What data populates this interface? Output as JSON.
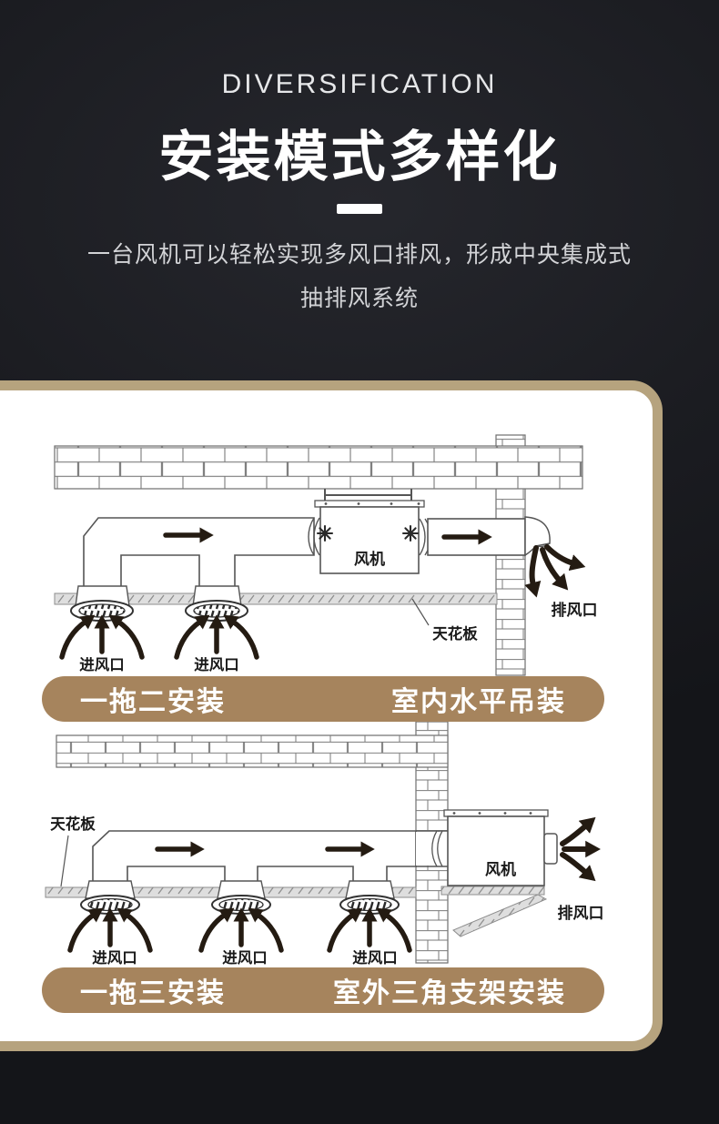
{
  "header": {
    "eyebrow": "DIVERSIFICATION",
    "title": "安装模式多样化",
    "description_line1": "一台风机可以轻松实现多风口排风，形成中央集成式",
    "description_line2": "抽排风系统"
  },
  "colors": {
    "background": "#1b1c21",
    "panel_border": "#b6a37e",
    "badge": "#a6845d",
    "diagram_ink": "#241b12"
  },
  "diagrams": [
    {
      "fan_label": "风机",
      "ceiling_label": "天花板",
      "exhaust_label": "排风口",
      "intake_labels": [
        "进风口",
        "进风口"
      ],
      "caption_left": "一拖二安装",
      "caption_right": "室内水平吊装"
    },
    {
      "fan_label": "风机",
      "ceiling_label": "天花板",
      "exhaust_label": "排风口",
      "intake_labels": [
        "进风口",
        "进风口",
        "进风口"
      ],
      "caption_left": "一拖三安装",
      "caption_right": "室外三角支架安装"
    }
  ]
}
